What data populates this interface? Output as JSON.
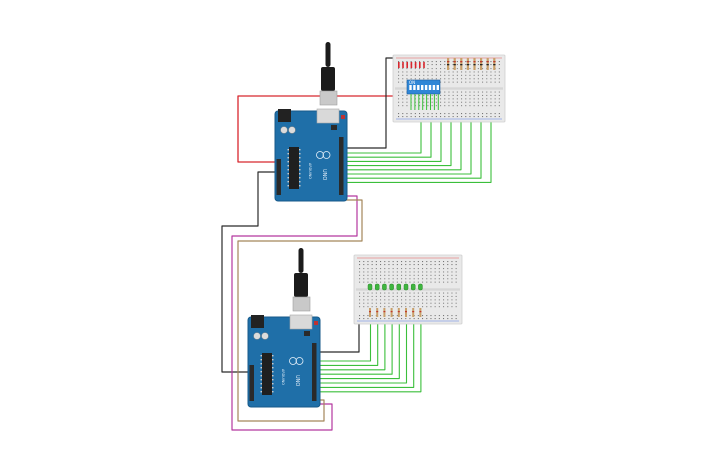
{
  "boards": [
    {
      "id": "arduino-top",
      "model_label": "UNO",
      "brand_label": "ARDUINO"
    },
    {
      "id": "arduino-bottom",
      "model_label": "UNO",
      "brand_label": "ARDUINO"
    }
  ],
  "breadboards": [
    {
      "id": "breadboard-top",
      "components": "dip-switch-8 + resistors + green-leds-jumpers"
    },
    {
      "id": "breadboard-bottom",
      "components": "green-leds-8 + resistors"
    }
  ],
  "dip_switch": {
    "label": "ON",
    "positions": 8
  },
  "colors": {
    "background": "#ffffff",
    "pcb": "#1f6fa8",
    "pcb_edge": "#175a8a",
    "breadboard": "#e9e9e9",
    "wire_green": "#3bbf3b",
    "wire_red": "#d8272e",
    "wire_black": "#2b2b2b",
    "wire_magenta": "#b3379f",
    "wire_tan": "#a3865a",
    "led_green": "#3fb53f",
    "dip_blue": "#2f86d6"
  }
}
